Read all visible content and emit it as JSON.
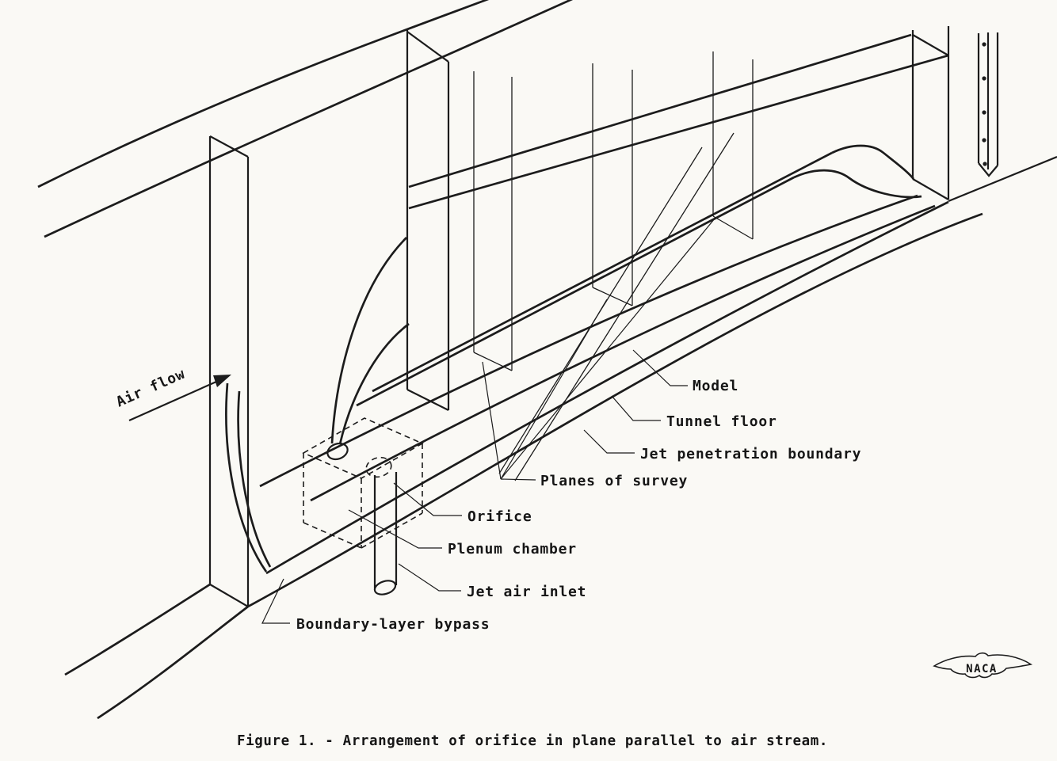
{
  "figure": {
    "caption": "Figure 1. - Arrangement of orifice in plane parallel to air stream.",
    "labels": {
      "air_flow": "Air flow",
      "model": "Model",
      "tunnel_floor": "Tunnel floor",
      "jet_penetration_boundary": "Jet penetration boundary",
      "planes_of_survey": "Planes of survey",
      "orifice": "Orifice",
      "plenum_chamber": "Plenum chamber",
      "jet_air_inlet": "Jet air inlet",
      "boundary_layer_bypass": "Boundary-layer bypass"
    },
    "logo": {
      "text": "NACA"
    },
    "colors": {
      "paper": "#faf9f5",
      "ink": "#1c1c1c"
    }
  }
}
